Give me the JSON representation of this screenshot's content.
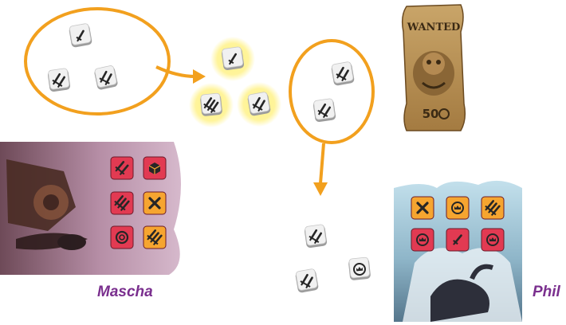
{
  "wanted_poster": {
    "title": "WANTED",
    "reward": "50"
  },
  "players": [
    {
      "name": "Mascha"
    },
    {
      "name": "Phil"
    }
  ],
  "colors": {
    "arrow": "#f2a01e",
    "highlight_glow": "#fff07a",
    "label": "#7a2f8e",
    "card_red": "#e23a52",
    "card_orange": "#f6a530",
    "die_face": "#f1f1f1"
  },
  "dice_groups": {
    "mascha_circle": [
      "sword-icon",
      "double-sword-icon",
      "double-sword-icon"
    ],
    "highlighted_dice": [
      "sword-icon",
      "triple-sword-icon",
      "double-sword-icon"
    ],
    "middle_circle": [
      "double-sword-icon",
      "double-sword-icon"
    ],
    "loose_dice": [
      "double-sword-icon",
      "crown-icon",
      "double-sword-icon"
    ]
  },
  "mascha_board": [
    [
      "double-sword-icon",
      "box-icon"
    ],
    [
      "triple-sword-icon",
      "cross-icon"
    ],
    [
      "coin-icon",
      "triple-sword-icon"
    ]
  ],
  "phil_board": [
    [
      "cross-icon",
      "crown-icon",
      "triple-sword-icon"
    ],
    [
      "crown-icon",
      "sword-icon",
      "crown-icon"
    ]
  ]
}
